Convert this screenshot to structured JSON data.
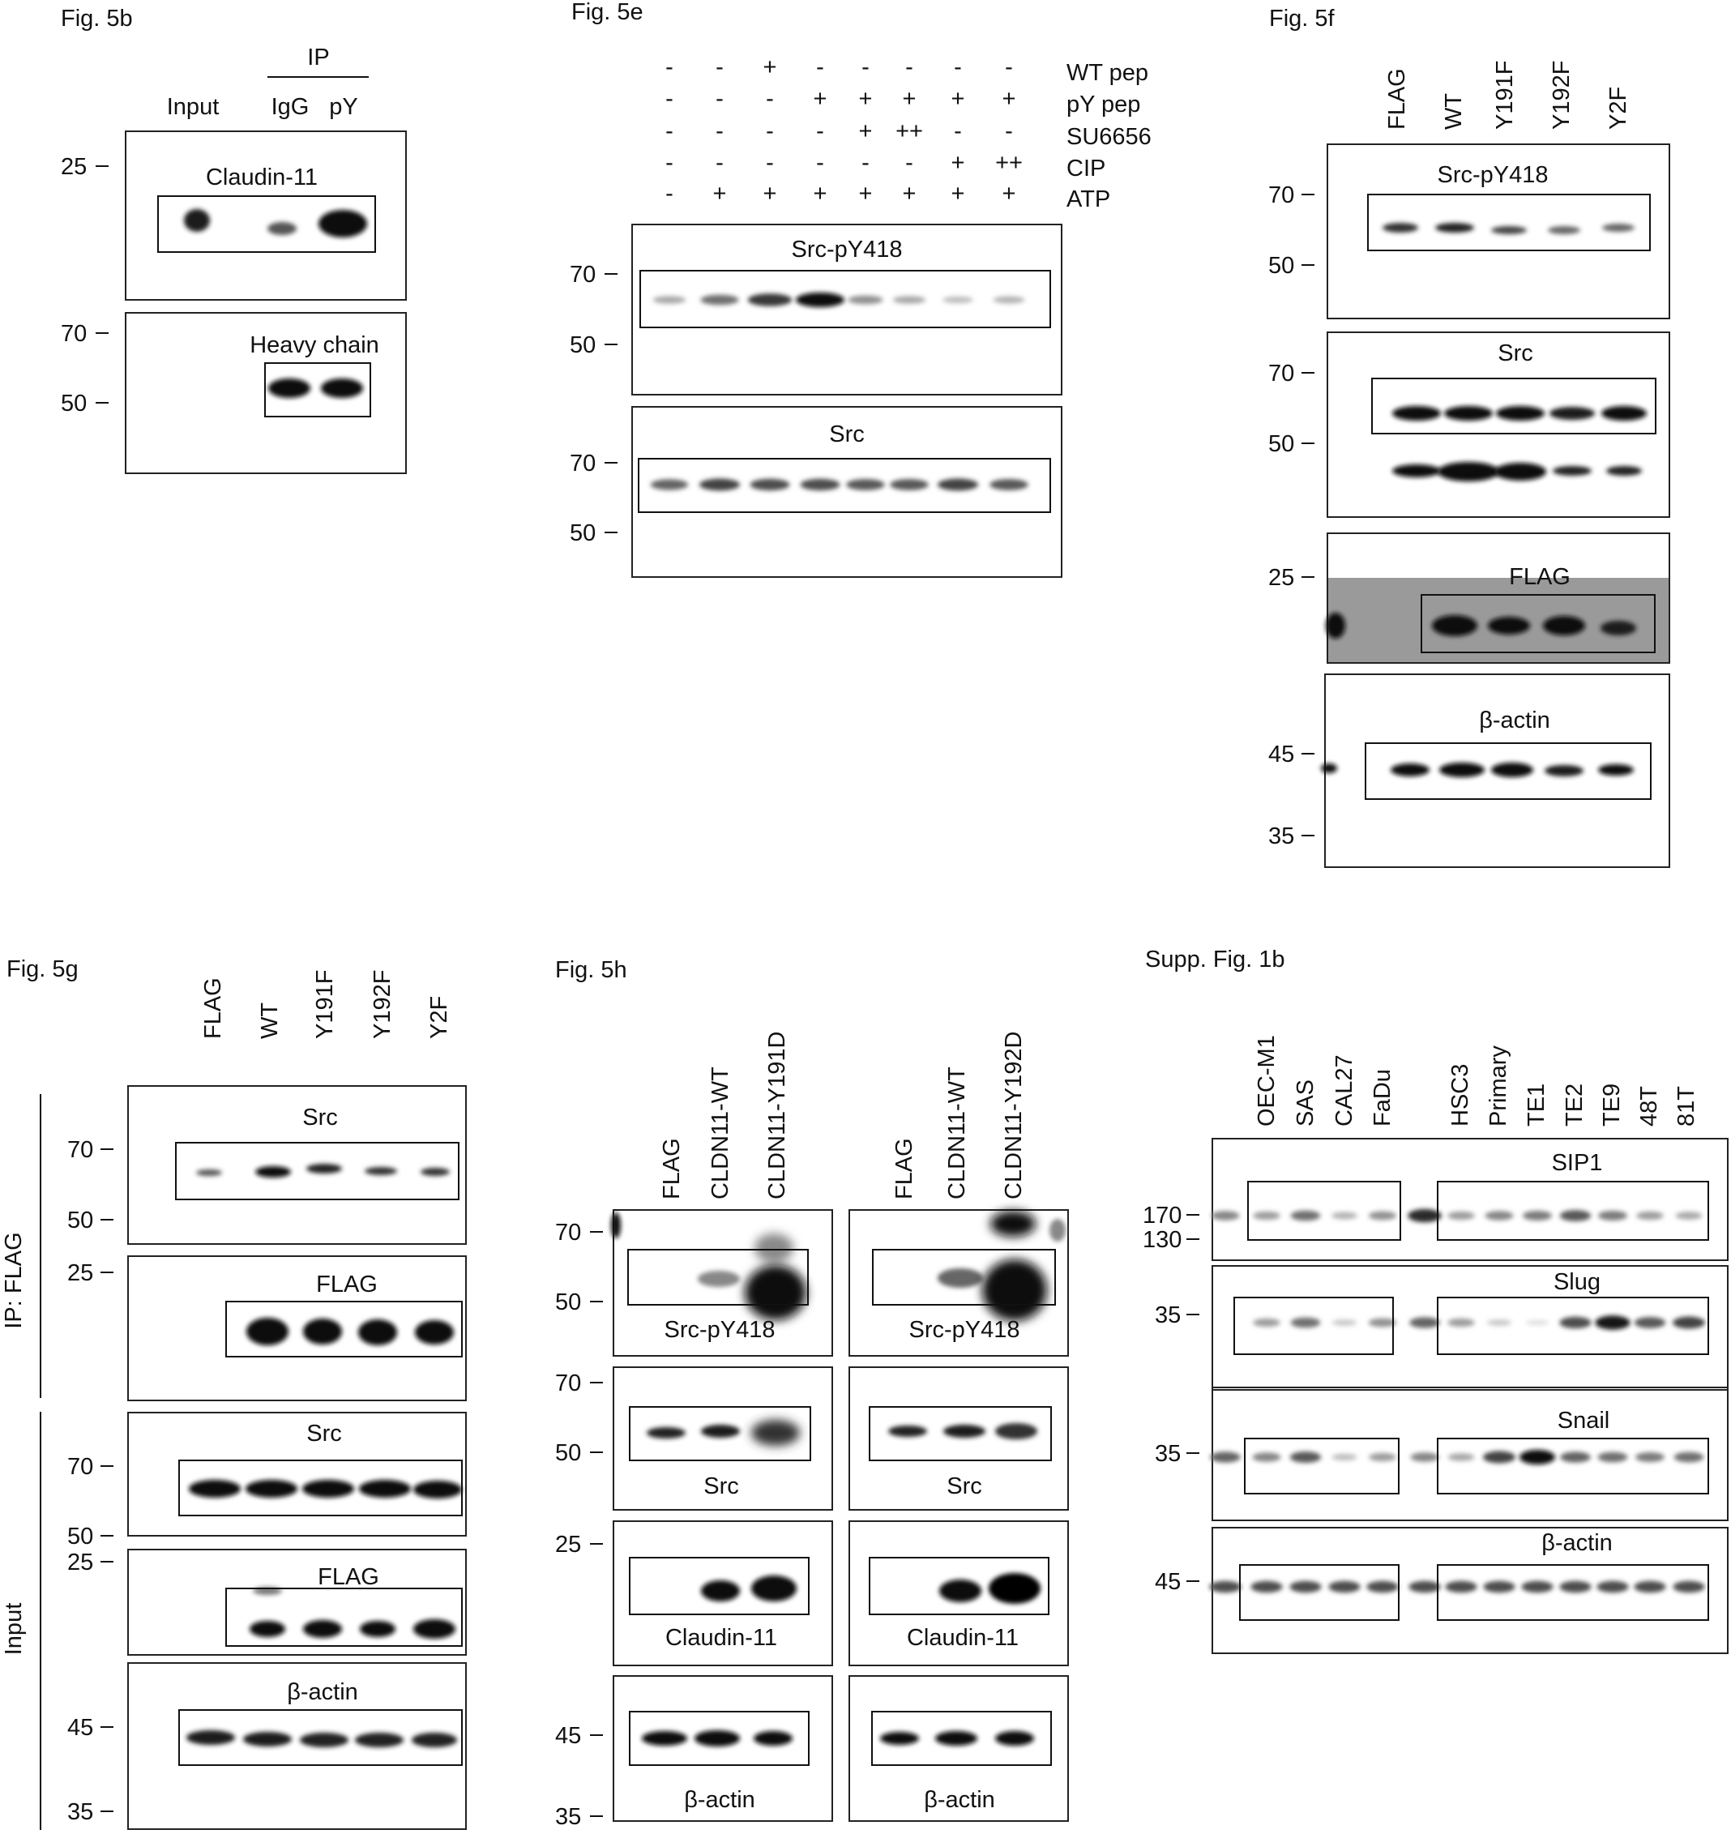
{
  "fig5b": {
    "label": "Fig. 5b",
    "ip_header": "IP",
    "lanes": [
      "Input",
      "IgG",
      "pY"
    ],
    "markers_top": [
      "25"
    ],
    "markers_bottom": [
      "70",
      "50"
    ],
    "claudin_label": "Claudin-11",
    "heavy_label": "Heavy chain"
  },
  "fig5e": {
    "label": "Fig. 5e",
    "rows": [
      {
        "label": "WT pep",
        "signs": [
          "-",
          "-",
          "+",
          "-",
          "-",
          "-",
          "-",
          "-"
        ]
      },
      {
        "label": "pY pep",
        "signs": [
          "-",
          "-",
          "-",
          "+",
          "+",
          "+",
          "+",
          "+"
        ]
      },
      {
        "label": "SU6656",
        "signs": [
          "-",
          "-",
          "-",
          "-",
          "+",
          "++",
          "-",
          "-"
        ]
      },
      {
        "label": "CIP",
        "signs": [
          "-",
          "-",
          "-",
          "-",
          "-",
          "-",
          "+",
          "++"
        ]
      },
      {
        "label": "ATP",
        "signs": [
          "-",
          "+",
          "+",
          "+",
          "+",
          "+",
          "+",
          "+"
        ]
      }
    ],
    "pY418_label": "Src-pY418",
    "src_label": "Src",
    "markers": [
      "70",
      "50"
    ],
    "pY418_levels": [
      0.3,
      0.55,
      0.8,
      1.0,
      0.4,
      0.3,
      0.2,
      0.25
    ],
    "src_levels": [
      0.6,
      0.75,
      0.7,
      0.7,
      0.65,
      0.65,
      0.75,
      0.65
    ]
  },
  "fig5f": {
    "label": "Fig. 5f",
    "lanes": [
      "FLAG",
      "WT",
      "Y191F",
      "Y192F",
      "Y2F"
    ],
    "pY418_label": "Src-pY418",
    "src_label": "Src",
    "flag_label": "FLAG",
    "actin_label": "β-actin",
    "m70": "70",
    "m50": "50",
    "m25": "25",
    "m45": "45",
    "m35": "35"
  },
  "fig5g": {
    "label": "Fig. 5g",
    "lanes": [
      "FLAG",
      "WT",
      "Y191F",
      "Y192F",
      "Y2F"
    ],
    "ip_label": "IP: FLAG",
    "input_label": "Input",
    "src_label": "Src",
    "flag_label": "FLAG",
    "actin_label": "β-actin",
    "m70": "70",
    "m50": "50",
    "m25": "25",
    "m45": "45",
    "m35": "35"
  },
  "fig5h": {
    "label": "Fig. 5h",
    "lanes_left": [
      "FLAG",
      "CLDN11-WT",
      "CLDN11-Y191D"
    ],
    "lanes_right": [
      "FLAG",
      "CLDN11-WT",
      "CLDN11-Y192D"
    ],
    "pY418_label": "Src-pY418",
    "src_label": "Src",
    "claudin_label": "Claudin-11",
    "actin_label": "β-actin",
    "m70": "70",
    "m50": "50",
    "m25": "25",
    "m45": "45",
    "m35": "35"
  },
  "supp1b": {
    "label": "Supp. Fig. 1b",
    "lanes": [
      "OEC-M1",
      "SAS",
      "CAL27",
      "FaDu",
      "HSC3",
      "Primary",
      "TE1",
      "TE2",
      "TE9",
      "48T",
      "81T"
    ],
    "sip1_label": "SIP1",
    "slug_label": "Slug",
    "snail_label": "Snail",
    "actin_label": "β-actin",
    "m170": "170",
    "m130": "130",
    "m35": "35",
    "m45": "45"
  }
}
